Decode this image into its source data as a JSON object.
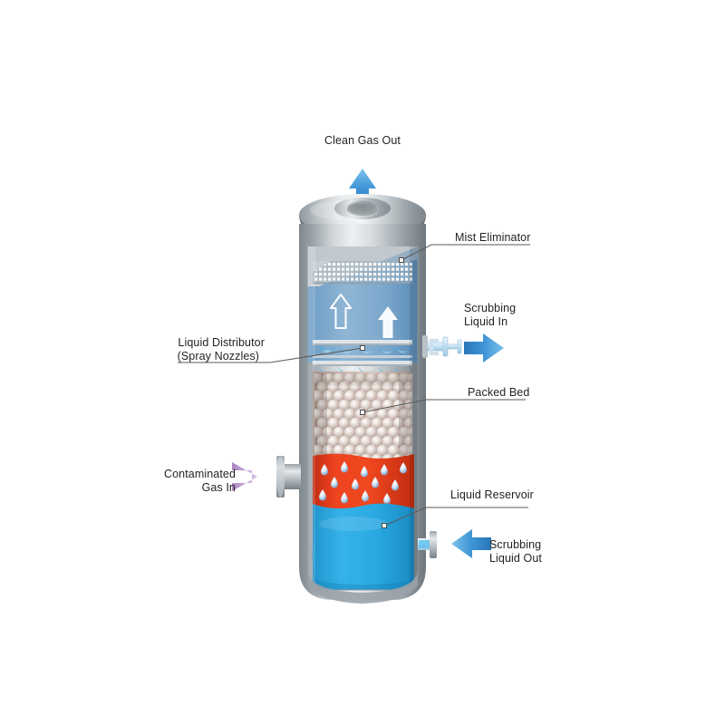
{
  "diagram": {
    "title": "Packed Bed Wet Scrubber Cutaway Diagram",
    "background_color": "#ffffff",
    "labels": {
      "clean_gas_out": "Clean Gas Out",
      "mist_eliminator": "Mist Eliminator",
      "scrubbing_liquid_in_line1": "Scrubbing",
      "scrubbing_liquid_in_line2": "Liquid In",
      "liquid_distributor_line1": "Liquid Distributor",
      "liquid_distributor_line2": "(Spray Nozzles)",
      "packed_bed": "Packed Bed",
      "contaminated_gas_in_line1": "Contaminated",
      "contaminated_gas_in_line2": "Gas In",
      "liquid_reservoir": "Liquid Reservoir",
      "scrubbing_liquid_out_line1": "Scrubbing",
      "scrubbing_liquid_out_line2": "Liquid Out"
    },
    "colors": {
      "text": "#231f20",
      "leader_line": "#4a4a4a",
      "vessel_steel_light": "#e9ecee",
      "vessel_steel_mid": "#b6bcc0",
      "vessel_steel_dark": "#7d868c",
      "gas_zone_blue": "#6f9fc8",
      "spray_blue": "#3aa8e0",
      "packing_tan": "#c8b3a8",
      "hot_gas_red": "#e8391b",
      "reservoir_cyan": "#29aae2",
      "arrow_blue": "#2f8fd4",
      "arrow_violet": "#c3a3d4",
      "pipe_light_blue": "#cfe6f5"
    },
    "flows": [
      {
        "name": "clean-gas-out",
        "direction": "up",
        "color": "#2f8fd4"
      },
      {
        "name": "scrubbing-liquid-in",
        "direction": "left",
        "color": "#2f8fd4"
      },
      {
        "name": "contaminated-gas-in",
        "direction": "right",
        "color": "#c3a3d4"
      },
      {
        "name": "scrubbing-liquid-out",
        "direction": "right",
        "color": "#2f8fd4"
      }
    ],
    "internals": [
      {
        "name": "mist-eliminator-mesh",
        "rows": 4,
        "cols": 22
      },
      {
        "name": "gas-rise-arrows",
        "count": 2
      },
      {
        "name": "spray-nozzle-rows",
        "count": 2,
        "nozzles_per_row": 5
      },
      {
        "name": "packed-bed-media",
        "shape": "spheres"
      },
      {
        "name": "hot-gas-droplets",
        "count": 13
      }
    ]
  }
}
